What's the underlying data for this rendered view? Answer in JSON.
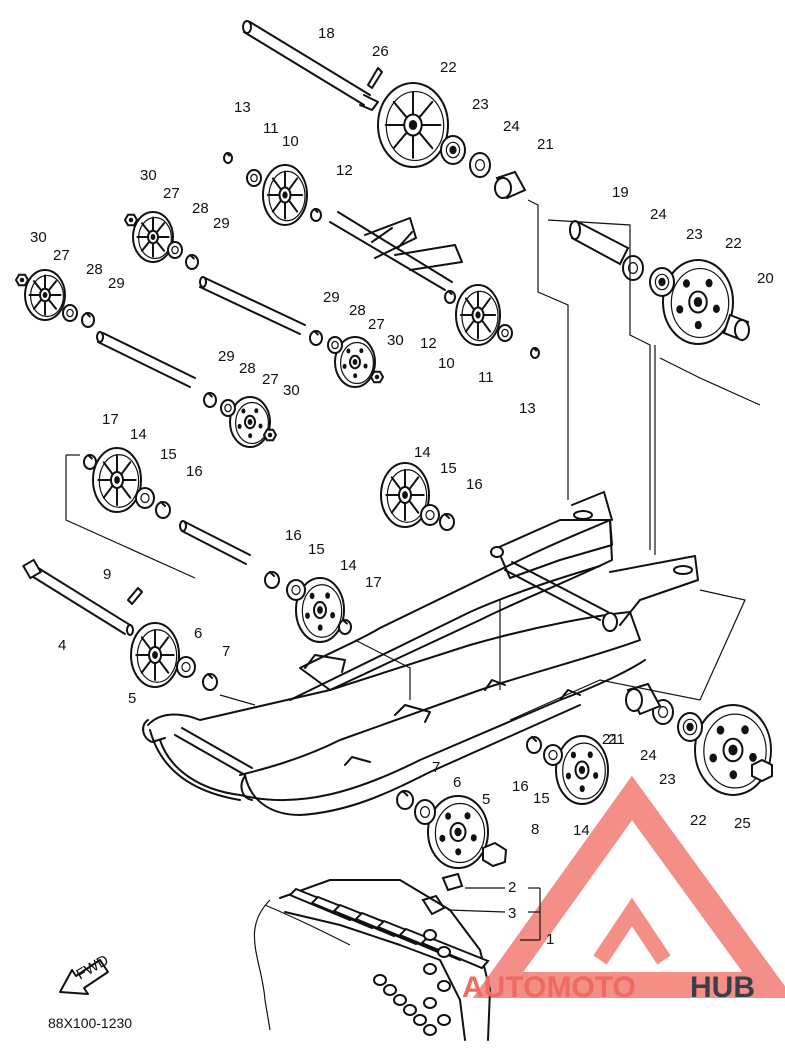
{
  "drawing_code": "88X100-1230",
  "fwd_label": "FWD",
  "watermark": {
    "part1": "AUTOMOTO",
    "part2": "HUB",
    "color_accent": "#e8453c",
    "color_dark": "#3a3f4a"
  },
  "callouts": [
    "1",
    "2",
    "3",
    "4",
    "5",
    "5",
    "6",
    "6",
    "7",
    "7",
    "8",
    "9",
    "10",
    "10",
    "11",
    "11",
    "12",
    "12",
    "13",
    "13",
    "14",
    "14",
    "14",
    "14",
    "15",
    "15",
    "15",
    "15",
    "16",
    "16",
    "16",
    "16",
    "17",
    "17",
    "18",
    "19",
    "20",
    "21",
    "21",
    "21",
    "22",
    "22",
    "22",
    "23",
    "23",
    "23",
    "24",
    "24",
    "24",
    "25",
    "26",
    "27",
    "27",
    "27",
    "27",
    "28",
    "28",
    "28",
    "28",
    "29",
    "29",
    "29",
    "29",
    "30",
    "30",
    "30",
    "30"
  ]
}
